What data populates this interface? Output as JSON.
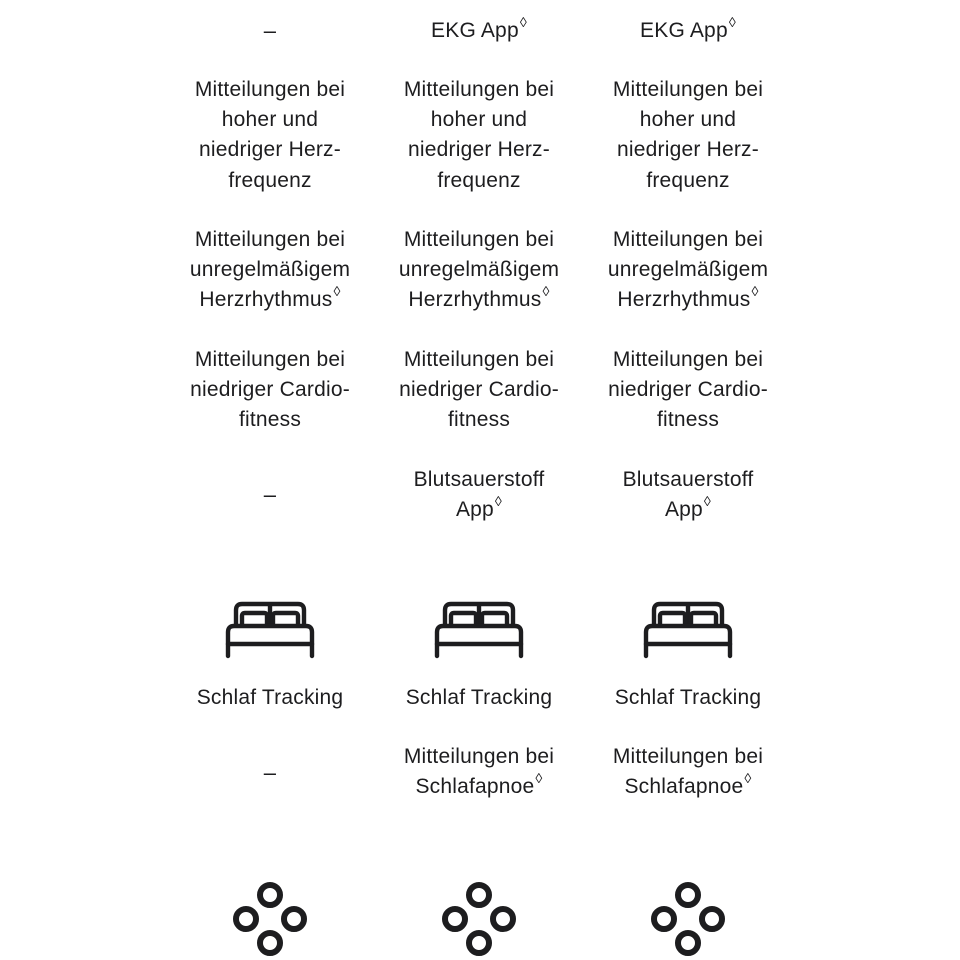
{
  "diamond": "◊",
  "columns": [
    {
      "ekg": {
        "text": "–",
        "has_diamond": false
      },
      "hr_notifications": "Mitteilungen bei hoher und niedriger Herz-frequenz",
      "hr_lines": [
        "Mitteilungen bei",
        "hoher und",
        "niedriger Herz-",
        "frequenz"
      ],
      "irregular_lines": [
        "Mitteilungen bei",
        "unregelmäßigem",
        "Herzrhythmus"
      ],
      "cardio_lines": [
        "Mitteilungen bei",
        "niedriger Cardio-",
        "fitness"
      ],
      "spo2": {
        "lines": [
          "–"
        ],
        "has_diamond": false
      },
      "sleep_label": "Schlaf Tracking",
      "apnea": {
        "lines": [
          "–"
        ],
        "has_diamond": false
      }
    },
    {
      "ekg": {
        "text": "EKG App",
        "has_diamond": true
      },
      "hr_lines": [
        "Mitteilungen bei",
        "hoher und",
        "niedriger Herz-",
        "frequenz"
      ],
      "irregular_lines": [
        "Mitteilungen bei",
        "unregelmäßigem",
        "Herzrhythmus"
      ],
      "cardio_lines": [
        "Mitteilungen bei",
        "niedriger Cardio-",
        "fitness"
      ],
      "spo2": {
        "lines": [
          "Blutsauerstoff",
          "App"
        ],
        "has_diamond": true
      },
      "sleep_label": "Schlaf Tracking",
      "apnea": {
        "lines": [
          "Mitteilungen bei",
          "Schlafapnoe"
        ],
        "has_diamond": true
      }
    },
    {
      "ekg": {
        "text": "EKG App",
        "has_diamond": true
      },
      "hr_lines": [
        "Mitteilungen bei",
        "hoher und",
        "niedriger Herz-",
        "frequenz"
      ],
      "irregular_lines": [
        "Mitteilungen bei",
        "unregelmäßigem",
        "Herzrhythmus"
      ],
      "cardio_lines": [
        "Mitteilungen bei",
        "niedriger Cardio-",
        "fitness"
      ],
      "spo2": {
        "lines": [
          "Blutsauerstoff",
          "App"
        ],
        "has_diamond": true
      },
      "sleep_label": "Schlaf Tracking",
      "apnea": {
        "lines": [
          "Mitteilungen bei",
          "Schlafapnoe"
        ],
        "has_diamond": true
      }
    }
  ],
  "icons": {
    "sleep": "bed-icon",
    "mindfulness": "mindfulness-icon"
  },
  "colors": {
    "text": "#1d1d1f",
    "icon": "#1d1d1f",
    "background": "#ffffff"
  }
}
